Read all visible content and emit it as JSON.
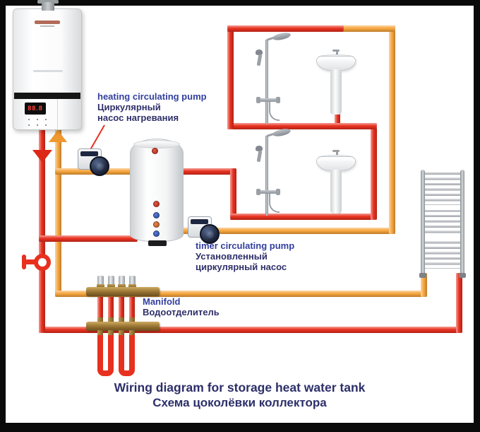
{
  "diagram": {
    "title_en": "Wiring diagram for storage heat water tank",
    "title_ru": "Схема цоколёвки коллектора"
  },
  "labels": {
    "heating_pump_en": "heating circulating pump",
    "heating_pump_ru1": "Циркулярный",
    "heating_pump_ru2": "насос нагревания",
    "timer_pump_en": "timer circulating pump",
    "timer_pump_ru1": "Установленный",
    "timer_pump_ru2": "циркулярный насос",
    "manifold_en": "Manifold",
    "manifold_ru": "Водоотделитель"
  },
  "boiler": {
    "display_value": "88.8"
  },
  "colors": {
    "hot_pipe": "#e8301f",
    "return_pipe": "#f6a53c",
    "label_blue": "#3340a0",
    "label_navy": "#2f3069",
    "title_navy": "#2c2f69",
    "background": "#ffffff",
    "frame": "#0a0a0a"
  },
  "components": {
    "boiler": "wall-mounted-boiler",
    "storage_tank": "storage-heat-water-tank",
    "heating_pump": "heating-circulating-pump",
    "timer_pump": "timer-circulating-pump",
    "manifold": "floor-heating-manifold",
    "towel_radiator": "towel-radiator",
    "shower_top": "shower-set",
    "shower_bottom": "shower-set",
    "sink_top": "pedestal-sink",
    "sink_bottom": "pedestal-sink",
    "gauge": "pressure-gauge-symbol"
  }
}
